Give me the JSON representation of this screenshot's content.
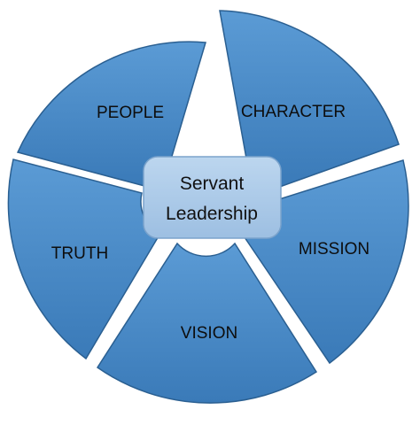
{
  "center": {
    "line1": "Servant",
    "line2": "Leadership"
  },
  "segments": [
    {
      "id": "people",
      "label": "PEOPLE"
    },
    {
      "id": "character",
      "label": "CHARACTER"
    },
    {
      "id": "mission",
      "label": "MISSION"
    },
    {
      "id": "vision",
      "label": "VISION"
    },
    {
      "id": "truth",
      "label": "TRUTH"
    }
  ],
  "colors": {
    "segment_fill_light": "#5b9bd5",
    "segment_fill_dark": "#2f6fa8",
    "segment_stroke": "#2a5f91",
    "center_fill": "#a9c8e8",
    "center_stroke": "#7ba3cc"
  }
}
